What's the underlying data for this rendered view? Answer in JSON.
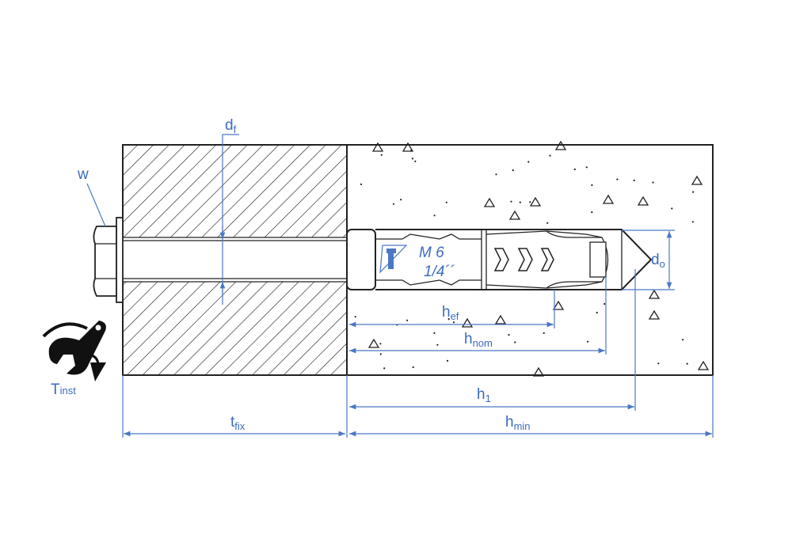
{
  "title": "Expansion anchor installation diagram",
  "colors": {
    "dimension": "#4a78c4",
    "lines": "#222222"
  },
  "labels": {
    "df": {
      "main": "d",
      "sub": "f"
    },
    "w": "w",
    "do": {
      "main": "d",
      "sub": "o"
    },
    "hef": {
      "main": "h",
      "sub": "ef"
    },
    "hnom": {
      "main": "h",
      "sub": "nom"
    },
    "h1": {
      "main": "h",
      "sub": "1"
    },
    "hmin": {
      "main": "h",
      "sub": "min"
    },
    "tfix": {
      "main": "t",
      "sub": "fix"
    },
    "tinst": {
      "main": "T",
      "sub": "inst"
    }
  },
  "anchor_marking": {
    "size": "M 6",
    "imperial": "1/4´´"
  },
  "icons": [
    "wrench-icon",
    "bolt-icon"
  ]
}
